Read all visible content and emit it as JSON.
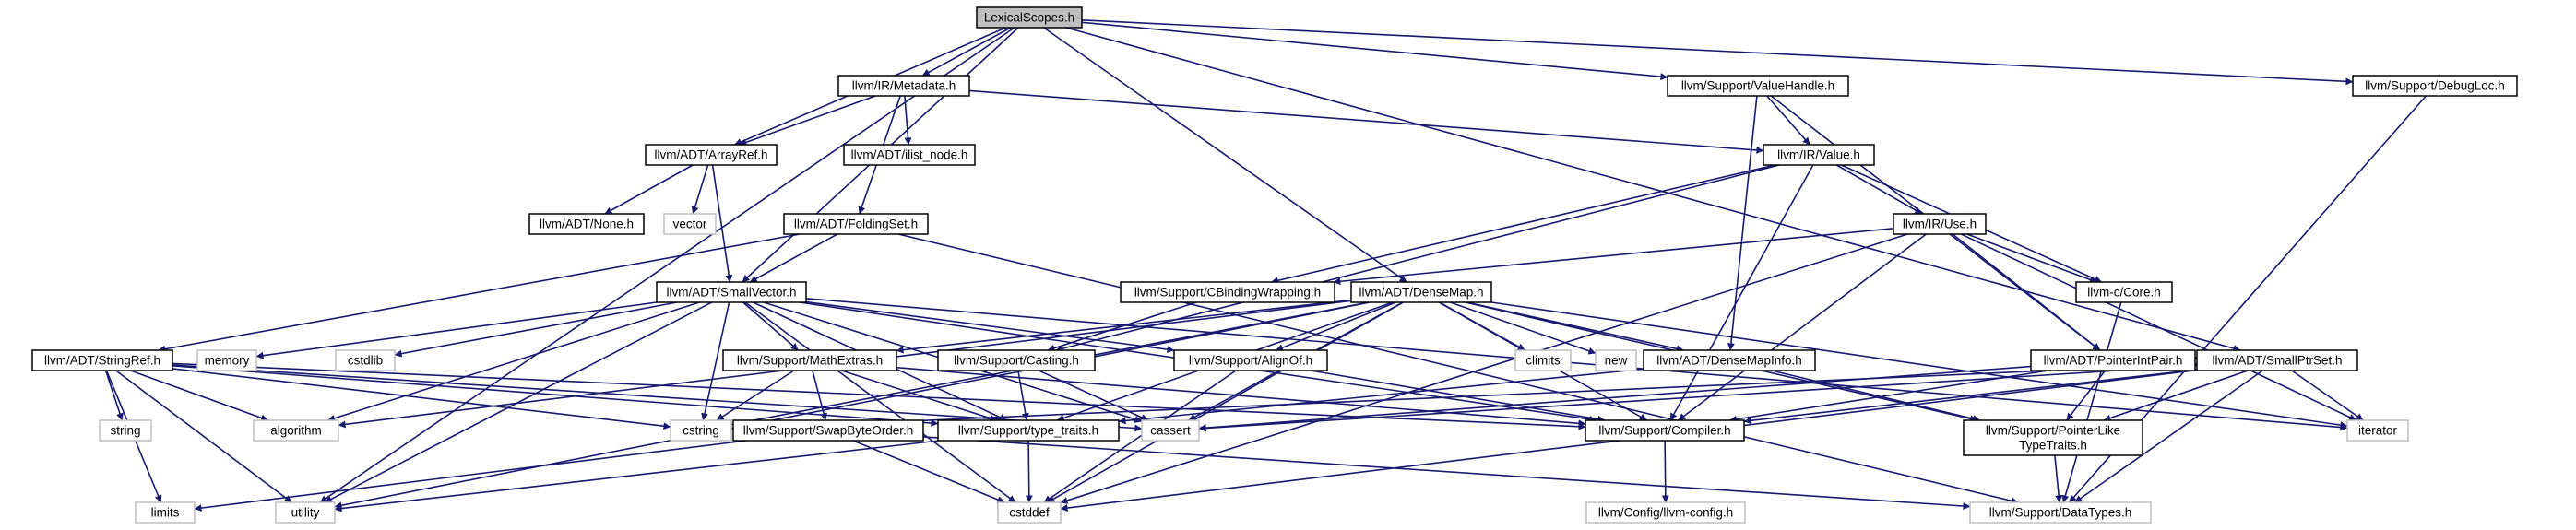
{
  "graph": {
    "colors": {
      "edge": "#191970",
      "header_fill": "#bfbfbf",
      "header_stroke": "#000000",
      "internal_stroke": "#000000",
      "external_stroke": "#bfbfbf",
      "fill": "#ffffff"
    },
    "nodes": [
      {
        "id": "lexicalscopes",
        "kind": "header",
        "label": "LexicalScopes.h"
      },
      {
        "id": "ir-metadata",
        "kind": "internal",
        "label": "llvm/IR/Metadata.h"
      },
      {
        "id": "valuehandle",
        "kind": "internal",
        "label": "llvm/Support/ValueHandle.h"
      },
      {
        "id": "debugloc",
        "kind": "internal",
        "label": "llvm/Support/DebugLoc.h"
      },
      {
        "id": "arrayref",
        "kind": "internal",
        "label": "llvm/ADT/ArrayRef.h"
      },
      {
        "id": "ilist-node",
        "kind": "internal",
        "label": "llvm/ADT/ilist_node.h"
      },
      {
        "id": "ir-value",
        "kind": "internal",
        "label": "llvm/IR/Value.h"
      },
      {
        "id": "adt-none",
        "kind": "internal",
        "label": "llvm/ADT/None.h"
      },
      {
        "id": "vector",
        "kind": "external",
        "label": "vector"
      },
      {
        "id": "foldingset",
        "kind": "internal",
        "label": "llvm/ADT/FoldingSet.h"
      },
      {
        "id": "ir-use",
        "kind": "internal",
        "label": "llvm/IR/Use.h"
      },
      {
        "id": "smallvector",
        "kind": "internal",
        "label": "llvm/ADT/SmallVector.h"
      },
      {
        "id": "cbinding",
        "kind": "internal",
        "label": "llvm/Support/CBindingWrapping.h"
      },
      {
        "id": "densemap",
        "kind": "internal",
        "label": "llvm/ADT/DenseMap.h"
      },
      {
        "id": "llvmc-core",
        "kind": "internal",
        "label": "llvm-c/Core.h"
      },
      {
        "id": "stringref",
        "kind": "internal",
        "label": "llvm/ADT/StringRef.h"
      },
      {
        "id": "memory",
        "kind": "external",
        "label": "memory"
      },
      {
        "id": "cstdlib",
        "kind": "external",
        "label": "cstdlib"
      },
      {
        "id": "mathextras",
        "kind": "internal",
        "label": "llvm/Support/MathExtras.h"
      },
      {
        "id": "casting",
        "kind": "internal",
        "label": "llvm/Support/Casting.h"
      },
      {
        "id": "alignof",
        "kind": "internal",
        "label": "llvm/Support/AlignOf.h"
      },
      {
        "id": "climits",
        "kind": "external",
        "label": "climits"
      },
      {
        "id": "new",
        "kind": "external",
        "label": "new"
      },
      {
        "id": "densemapinfo",
        "kind": "internal",
        "label": "llvm/ADT/DenseMapInfo.h"
      },
      {
        "id": "pointerintpair",
        "kind": "internal",
        "label": "llvm/ADT/PointerIntPair.h"
      },
      {
        "id": "smallptrset",
        "kind": "internal",
        "label": "llvm/ADT/SmallPtrSet.h"
      },
      {
        "id": "string",
        "kind": "external",
        "label": "string"
      },
      {
        "id": "algorithm",
        "kind": "external",
        "label": "algorithm"
      },
      {
        "id": "cstring",
        "kind": "external",
        "label": "cstring"
      },
      {
        "id": "swapbyteorder",
        "kind": "internal",
        "label": "llvm/Support/SwapByteOrder.h"
      },
      {
        "id": "type-traits",
        "kind": "internal",
        "label": "llvm/Support/type_traits.h"
      },
      {
        "id": "cassert",
        "kind": "external",
        "label": "cassert"
      },
      {
        "id": "compiler",
        "kind": "internal",
        "label": "llvm/Support/Compiler.h"
      },
      {
        "id": "pointerliketypetraits",
        "kind": "internal",
        "label": "llvm/Support/PointerLike\nTypeTraits.h"
      },
      {
        "id": "iterator",
        "kind": "external",
        "label": "iterator"
      },
      {
        "id": "limits",
        "kind": "external",
        "label": "limits"
      },
      {
        "id": "utility",
        "kind": "external",
        "label": "utility"
      },
      {
        "id": "cstddef",
        "kind": "external",
        "label": "cstddef"
      },
      {
        "id": "llvm-config",
        "kind": "external",
        "label": "llvm/Config/llvm-config.h"
      },
      {
        "id": "datatypes",
        "kind": "external",
        "label": "llvm/Support/DataTypes.h"
      }
    ],
    "edges": [
      [
        "lexicalscopes",
        "ir-metadata"
      ],
      [
        "lexicalscopes",
        "valuehandle"
      ],
      [
        "lexicalscopes",
        "debugloc"
      ],
      [
        "lexicalscopes",
        "arrayref"
      ],
      [
        "lexicalscopes",
        "smallvector"
      ],
      [
        "lexicalscopes",
        "densemap"
      ],
      [
        "lexicalscopes",
        "smallptrset"
      ],
      [
        "lexicalscopes",
        "utility"
      ],
      [
        "ir-metadata",
        "arrayref"
      ],
      [
        "ir-metadata",
        "ilist-node"
      ],
      [
        "ir-metadata",
        "foldingset"
      ],
      [
        "ir-metadata",
        "ir-value"
      ],
      [
        "valuehandle",
        "ir-value"
      ],
      [
        "valuehandle",
        "densemapinfo"
      ],
      [
        "valuehandle",
        "pointerintpair"
      ],
      [
        "debugloc",
        "datatypes"
      ],
      [
        "arrayref",
        "adt-none"
      ],
      [
        "arrayref",
        "vector"
      ],
      [
        "arrayref",
        "smallvector"
      ],
      [
        "foldingset",
        "smallvector"
      ],
      [
        "foldingset",
        "stringref"
      ],
      [
        "foldingset",
        "datatypes"
      ],
      [
        "ir-value",
        "ir-use"
      ],
      [
        "ir-value",
        "casting"
      ],
      [
        "ir-value",
        "cbinding"
      ],
      [
        "ir-value",
        "llvmc-core"
      ],
      [
        "ir-value",
        "compiler"
      ],
      [
        "ir-use",
        "cbinding"
      ],
      [
        "ir-use",
        "llvmc-core"
      ],
      [
        "ir-use",
        "pointerintpair"
      ],
      [
        "ir-use",
        "compiler"
      ],
      [
        "ir-use",
        "cstddef"
      ],
      [
        "ir-use",
        "iterator"
      ],
      [
        "smallvector",
        "algorithm"
      ],
      [
        "smallvector",
        "memory"
      ],
      [
        "smallvector",
        "cstdlib"
      ],
      [
        "smallvector",
        "mathextras"
      ],
      [
        "smallvector",
        "alignof"
      ],
      [
        "smallvector",
        "type-traits"
      ],
      [
        "smallvector",
        "compiler"
      ],
      [
        "smallvector",
        "cassert"
      ],
      [
        "smallvector",
        "cstring"
      ],
      [
        "smallvector",
        "cstddef"
      ],
      [
        "smallvector",
        "iterator"
      ],
      [
        "smallvector",
        "utility"
      ],
      [
        "cbinding",
        "casting"
      ],
      [
        "densemap",
        "densemapinfo"
      ],
      [
        "densemap",
        "mathextras"
      ],
      [
        "densemap",
        "alignof"
      ],
      [
        "densemap",
        "compiler"
      ],
      [
        "densemap",
        "type-traits"
      ],
      [
        "densemap",
        "algorithm"
      ],
      [
        "densemap",
        "cassert"
      ],
      [
        "densemap",
        "climits"
      ],
      [
        "densemap",
        "cstddef"
      ],
      [
        "densemap",
        "cstring"
      ],
      [
        "densemap",
        "iterator"
      ],
      [
        "densemap",
        "new"
      ],
      [
        "densemap",
        "utility"
      ],
      [
        "densemap",
        "pointerliketypetraits"
      ],
      [
        "llvmc-core",
        "datatypes"
      ],
      [
        "stringref",
        "algorithm"
      ],
      [
        "stringref",
        "cassert"
      ],
      [
        "stringref",
        "cstring"
      ],
      [
        "stringref",
        "limits"
      ],
      [
        "stringref",
        "string"
      ],
      [
        "stringref",
        "utility"
      ],
      [
        "stringref",
        "compiler"
      ],
      [
        "stringref",
        "type-traits"
      ],
      [
        "mathextras",
        "swapbyteorder"
      ],
      [
        "mathextras",
        "type-traits"
      ],
      [
        "mathextras",
        "compiler"
      ],
      [
        "mathextras",
        "cstring"
      ],
      [
        "casting",
        "type-traits"
      ],
      [
        "casting",
        "cassert"
      ],
      [
        "alignof",
        "compiler"
      ],
      [
        "alignof",
        "cstddef"
      ],
      [
        "densemapinfo",
        "pointerliketypetraits"
      ],
      [
        "densemapinfo",
        "type-traits"
      ],
      [
        "pointerintpair",
        "compiler"
      ],
      [
        "pointerintpair",
        "pointerliketypetraits"
      ],
      [
        "pointerintpair",
        "cassert"
      ],
      [
        "smallptrset",
        "compiler"
      ],
      [
        "smallptrset",
        "datatypes"
      ],
      [
        "smallptrset",
        "pointerliketypetraits"
      ],
      [
        "smallptrset",
        "cassert"
      ],
      [
        "smallptrset",
        "cstddef"
      ],
      [
        "smallptrset",
        "cstring"
      ],
      [
        "smallptrset",
        "iterator"
      ],
      [
        "swapbyteorder",
        "datatypes"
      ],
      [
        "swapbyteorder",
        "cstddef"
      ],
      [
        "swapbyteorder",
        "limits"
      ],
      [
        "type-traits",
        "cstddef"
      ],
      [
        "type-traits",
        "utility"
      ],
      [
        "compiler",
        "llvm-config"
      ],
      [
        "pointerliketypetraits",
        "datatypes"
      ]
    ]
  }
}
